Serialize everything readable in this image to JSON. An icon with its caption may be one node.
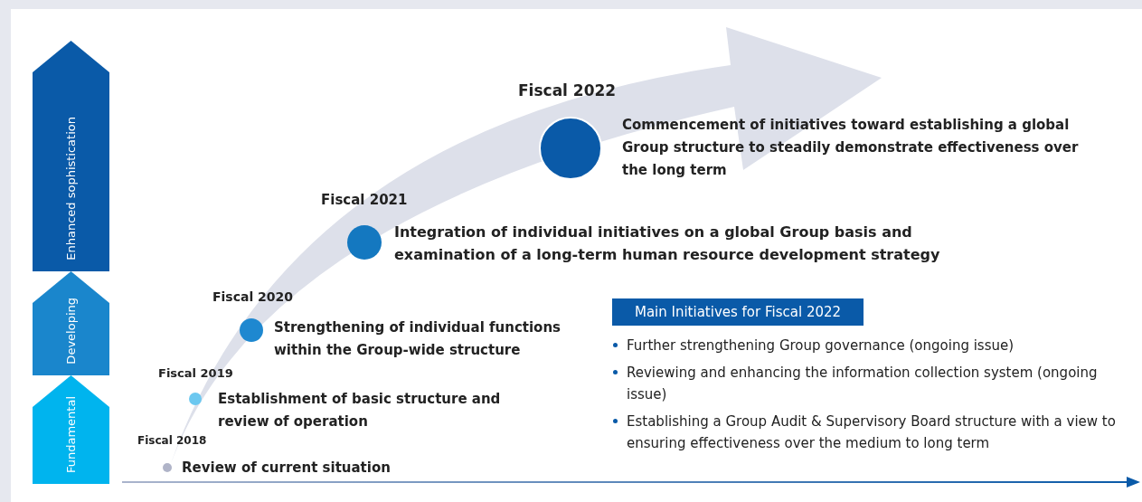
{
  "diagram": {
    "nodes": [
      {
        "text": [
          "Enhanced sophistication"
        ]
      },
      {
        "text": [
          "Developing"
        ]
      },
      {
        "text": [
          "Fundamental"
        ]
      },
      {
        "text": [
          "Fiscal 2018",
          "Review of current situation"
        ]
      },
      {
        "text": [
          "Fiscal 2019",
          "Establishment of basic structure and review of operation"
        ]
      },
      {
        "text": [
          "Fiscal 2020",
          "Strengthening of individual functions within the Group-wide structure"
        ]
      },
      {
        "text": [
          "Fiscal 2021",
          "Integration of individual initiatives on a global Group basis and examination of a long-term human resource development strategy"
        ]
      },
      {
        "text": [
          "Fiscal 2022",
          "Commencement of initiatives toward establishing a global Group structure to steadily demonstrate effectiveness over the long term"
        ]
      },
      {
        "text": [
          "Main Initiatives for Fiscal 2022"
        ]
      }
    ],
    "labels": [
      "Further strengthening Group governance (ongoing issue)",
      "Reviewing and enhancing the information collection system (ongoing issue)",
      "Establishing a Group Audit & Supervisory Board structure with a view to ensuring effectiveness over the medium to long term"
    ]
  }
}
